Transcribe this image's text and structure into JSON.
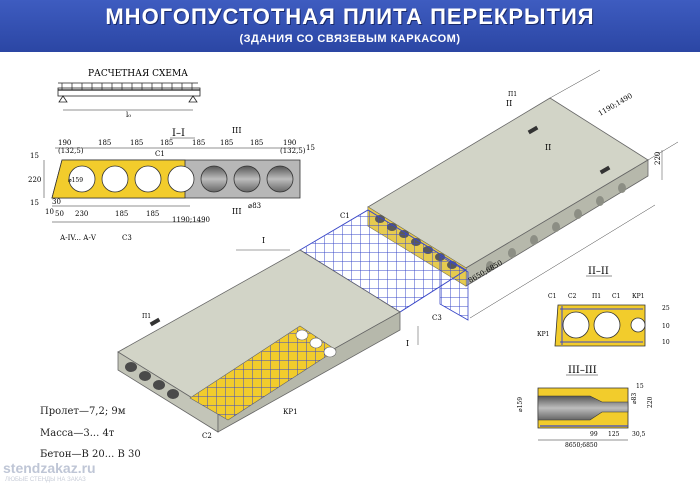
{
  "title": "МНОГОПУСТОТНАЯ ПЛИТА ПЕРЕКРЫТИЯ",
  "subtitle": "(ЗДАНИЯ СО СВЯЗЕВЫМ КАРКАСОМ)",
  "scheme": {
    "label": "РАСЧЕТНАЯ СХЕМА",
    "span": "l₀"
  },
  "section_1": {
    "label": "I–I",
    "top_dims": [
      "190",
      "185",
      "185",
      "185",
      "185",
      "185",
      "185",
      "190"
    ],
    "top_sub_left": "(132,5)",
    "top_sub_right": "(132,5)",
    "side_dims": [
      "15",
      "220",
      "15"
    ],
    "bottom_dims": [
      "30",
      "50",
      "230",
      "185",
      "185"
    ],
    "width": "1190;1490",
    "diameter": "⌀159",
    "dia83": "⌀83",
    "c1": "С1",
    "c3": "С3",
    "steel": "А-IV... А-V",
    "cut_mark": "III",
    "side_left": "10"
  },
  "section_2": {
    "label": "II–II",
    "tags": [
      "С1",
      "С2",
      "П1",
      "С1",
      "КР1"
    ],
    "kr": "КР1",
    "dims": [
      "25",
      "10",
      "10"
    ]
  },
  "section_3": {
    "label": "III–III",
    "dims": [
      "⌀159",
      "⌀83",
      "220",
      "15",
      "30,5",
      "99",
      "125"
    ],
    "length": "8650;6850"
  },
  "slab_labels": {
    "mark_1": "I",
    "mark_2": "II",
    "mark_p1": "П1",
    "width": "1190;1490",
    "height": "220",
    "length": "8650;6850",
    "c1": "С1",
    "c2": "С2",
    "c3": "С3",
    "kr1": "КР1"
  },
  "specs": {
    "span": "Пролет—7,2; 9м",
    "mass": "Масса—3... 4т",
    "concrete": "Бетон—В 20... В 30"
  },
  "watermark": {
    "site": "stendzakaz.ru",
    "tagline": "ЛЮБЫЕ СТЕНДЫ НА ЗАКАЗ"
  },
  "colors": {
    "banner": "#2f4db0",
    "concrete_top": "#d2d4c7",
    "concrete_side": "#b6b8ab",
    "core_yellow": "#f2cc2c",
    "rebar_blue": "#3a48c8"
  }
}
